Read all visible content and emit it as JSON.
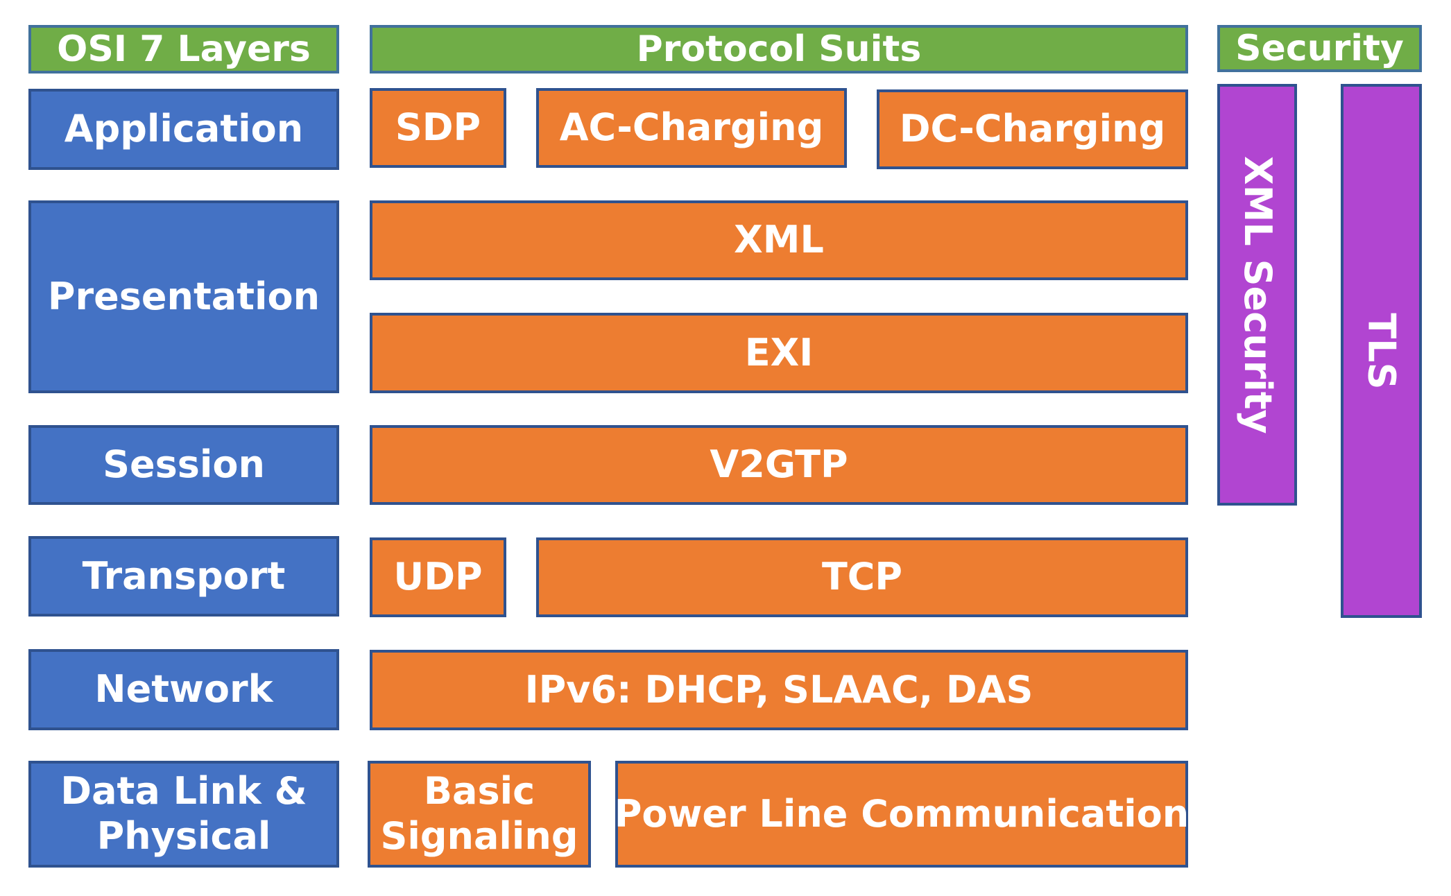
{
  "headers": {
    "osi": "OSI 7 Layers",
    "protocols": "Protocol Suits",
    "security": "Security"
  },
  "osi_layers": {
    "application": "Application",
    "presentation": "Presentation",
    "session": "Session",
    "transport": "Transport",
    "network": "Network",
    "datalink_line1": "Data Link &",
    "datalink_line2": "Physical"
  },
  "protocols": {
    "sdp": "SDP",
    "ac_charging": "AC-Charging",
    "dc_charging": "DC-Charging",
    "xml": "XML",
    "exi": "EXI",
    "v2gtp": "V2GTP",
    "udp": "UDP",
    "tcp": "TCP",
    "ipv6": "IPv6: DHCP, SLAAC, DAS",
    "basic_signaling_line1": "Basic",
    "basic_signaling_line2": "Signaling",
    "plc": "Power Line Communication"
  },
  "security": {
    "xml_security": "XML Security",
    "tls": "TLS"
  },
  "colors": {
    "header_green": "#70AD47",
    "osi_blue": "#4472C4",
    "protocol_orange": "#ED7D31",
    "security_purple": "#B145D1"
  }
}
